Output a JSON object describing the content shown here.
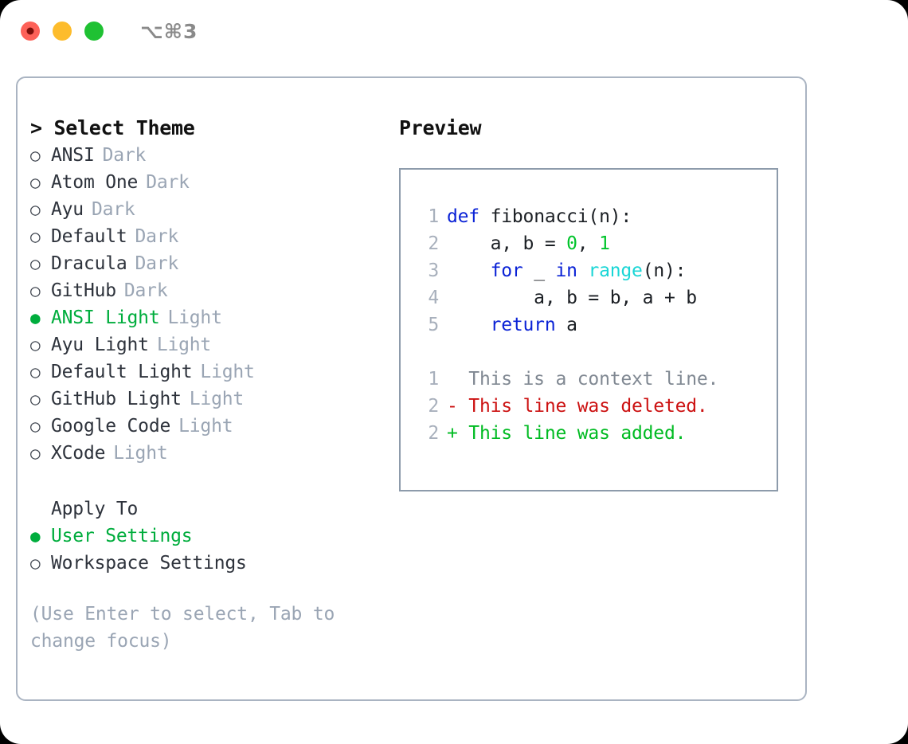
{
  "titlebar": {
    "shortcut": "⌥⌘3",
    "lights": [
      {
        "name": "close",
        "color": "#fd6158"
      },
      {
        "name": "minimize",
        "color": "#fdbc2c"
      },
      {
        "name": "zoom",
        "color": "#1fc133"
      }
    ]
  },
  "theme_picker": {
    "title": "> Select Theme",
    "selected_bullet": "●",
    "unselected_bullet": "○",
    "items": [
      {
        "name": "ANSI",
        "kind": "Dark",
        "selected": false
      },
      {
        "name": "Atom One",
        "kind": "Dark",
        "selected": false
      },
      {
        "name": "Ayu",
        "kind": "Dark",
        "selected": false
      },
      {
        "name": "Default",
        "kind": "Dark",
        "selected": false
      },
      {
        "name": "Dracula",
        "kind": "Dark",
        "selected": false
      },
      {
        "name": "GitHub",
        "kind": "Dark",
        "selected": false
      },
      {
        "name": "ANSI Light",
        "kind": "Light",
        "selected": true
      },
      {
        "name": "Ayu Light",
        "kind": "Light",
        "selected": false
      },
      {
        "name": "Default Light",
        "kind": "Light",
        "selected": false
      },
      {
        "name": "GitHub Light",
        "kind": "Light",
        "selected": false
      },
      {
        "name": "Google Code",
        "kind": "Light",
        "selected": false
      },
      {
        "name": "XCode",
        "kind": "Light",
        "selected": false
      }
    ]
  },
  "apply_to": {
    "title": "Apply To",
    "options": [
      {
        "name": "User Settings",
        "selected": true
      },
      {
        "name": "Workspace Settings",
        "selected": false
      }
    ]
  },
  "hint": "(Use Enter to select, Tab to change focus)",
  "preview": {
    "title": "Preview",
    "code_lines": [
      {
        "lno": "1",
        "segments": [
          {
            "t": "def",
            "c": "kw"
          },
          {
            "t": " fibonacci(n):",
            "c": "txt"
          }
        ]
      },
      {
        "lno": "2",
        "segments": [
          {
            "t": "    a, b = ",
            "c": "txt"
          },
          {
            "t": "0",
            "c": "num"
          },
          {
            "t": ", ",
            "c": "txt"
          },
          {
            "t": "1",
            "c": "num"
          }
        ]
      },
      {
        "lno": "3",
        "segments": [
          {
            "t": "    ",
            "c": "txt"
          },
          {
            "t": "for",
            "c": "kw"
          },
          {
            "t": " _ ",
            "c": "txt"
          },
          {
            "t": "in",
            "c": "kw"
          },
          {
            "t": " ",
            "c": "txt"
          },
          {
            "t": "range",
            "c": "fn"
          },
          {
            "t": "(n):",
            "c": "txt"
          }
        ]
      },
      {
        "lno": "4",
        "segments": [
          {
            "t": "        a, b = b, a + b",
            "c": "txt"
          }
        ]
      },
      {
        "lno": "5",
        "segments": [
          {
            "t": "    ",
            "c": "txt"
          },
          {
            "t": "return",
            "c": "kw"
          },
          {
            "t": " a",
            "c": "txt"
          }
        ]
      }
    ],
    "diff_lines": [
      {
        "lno": "1",
        "marker": "  ",
        "text": "This is a context line.",
        "c": "ctx"
      },
      {
        "lno": "2",
        "marker": "- ",
        "text": "This line was deleted.",
        "c": "del"
      },
      {
        "lno": "2",
        "marker": "+ ",
        "text": "This line was added.",
        "c": "add"
      }
    ]
  },
  "colors": {
    "accent_green": "#00ad3d",
    "muted": "#9aa5b4",
    "keyword_blue": "#0a22d6",
    "function_cyan": "#1ad6d6",
    "number_green": "#00c42b",
    "diff_delete_red": "#cc1111",
    "diff_add_green": "#00bb22",
    "panel_border": "#aab4c2",
    "preview_border": "#8d9bab"
  }
}
